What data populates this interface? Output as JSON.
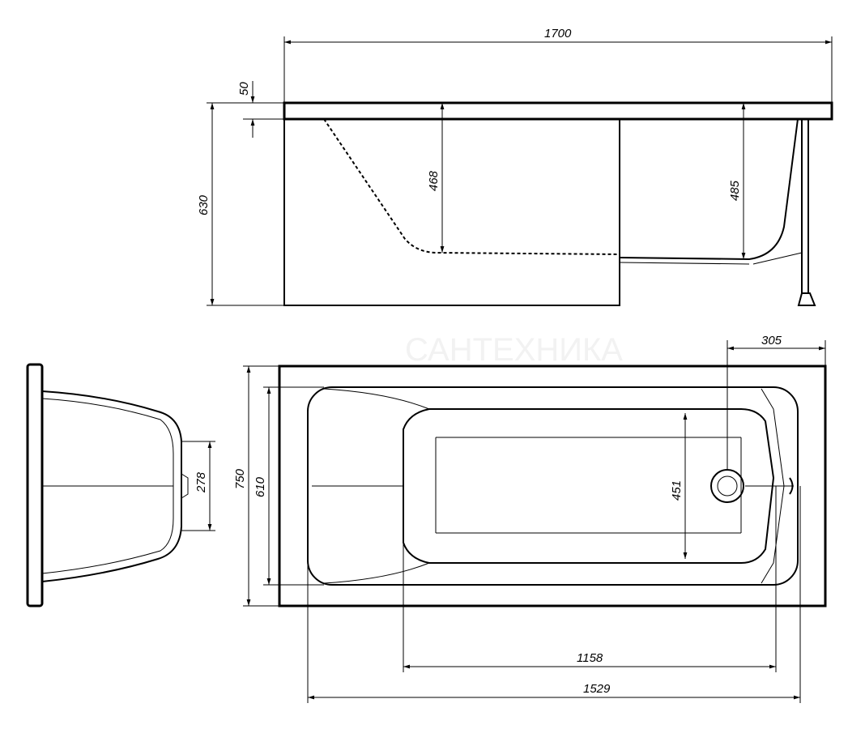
{
  "watermark": "САНТЕХНИКА",
  "dimensions": {
    "total_length": "1700",
    "rim_thickness": "50",
    "total_height": "630",
    "depth_left": "468",
    "depth_right": "485",
    "drain_offset": "305",
    "total_width": "750",
    "inner_width": "610",
    "bottom_width": "451",
    "end_width": "278",
    "bottom_length": "1158",
    "inner_length": "1529"
  }
}
